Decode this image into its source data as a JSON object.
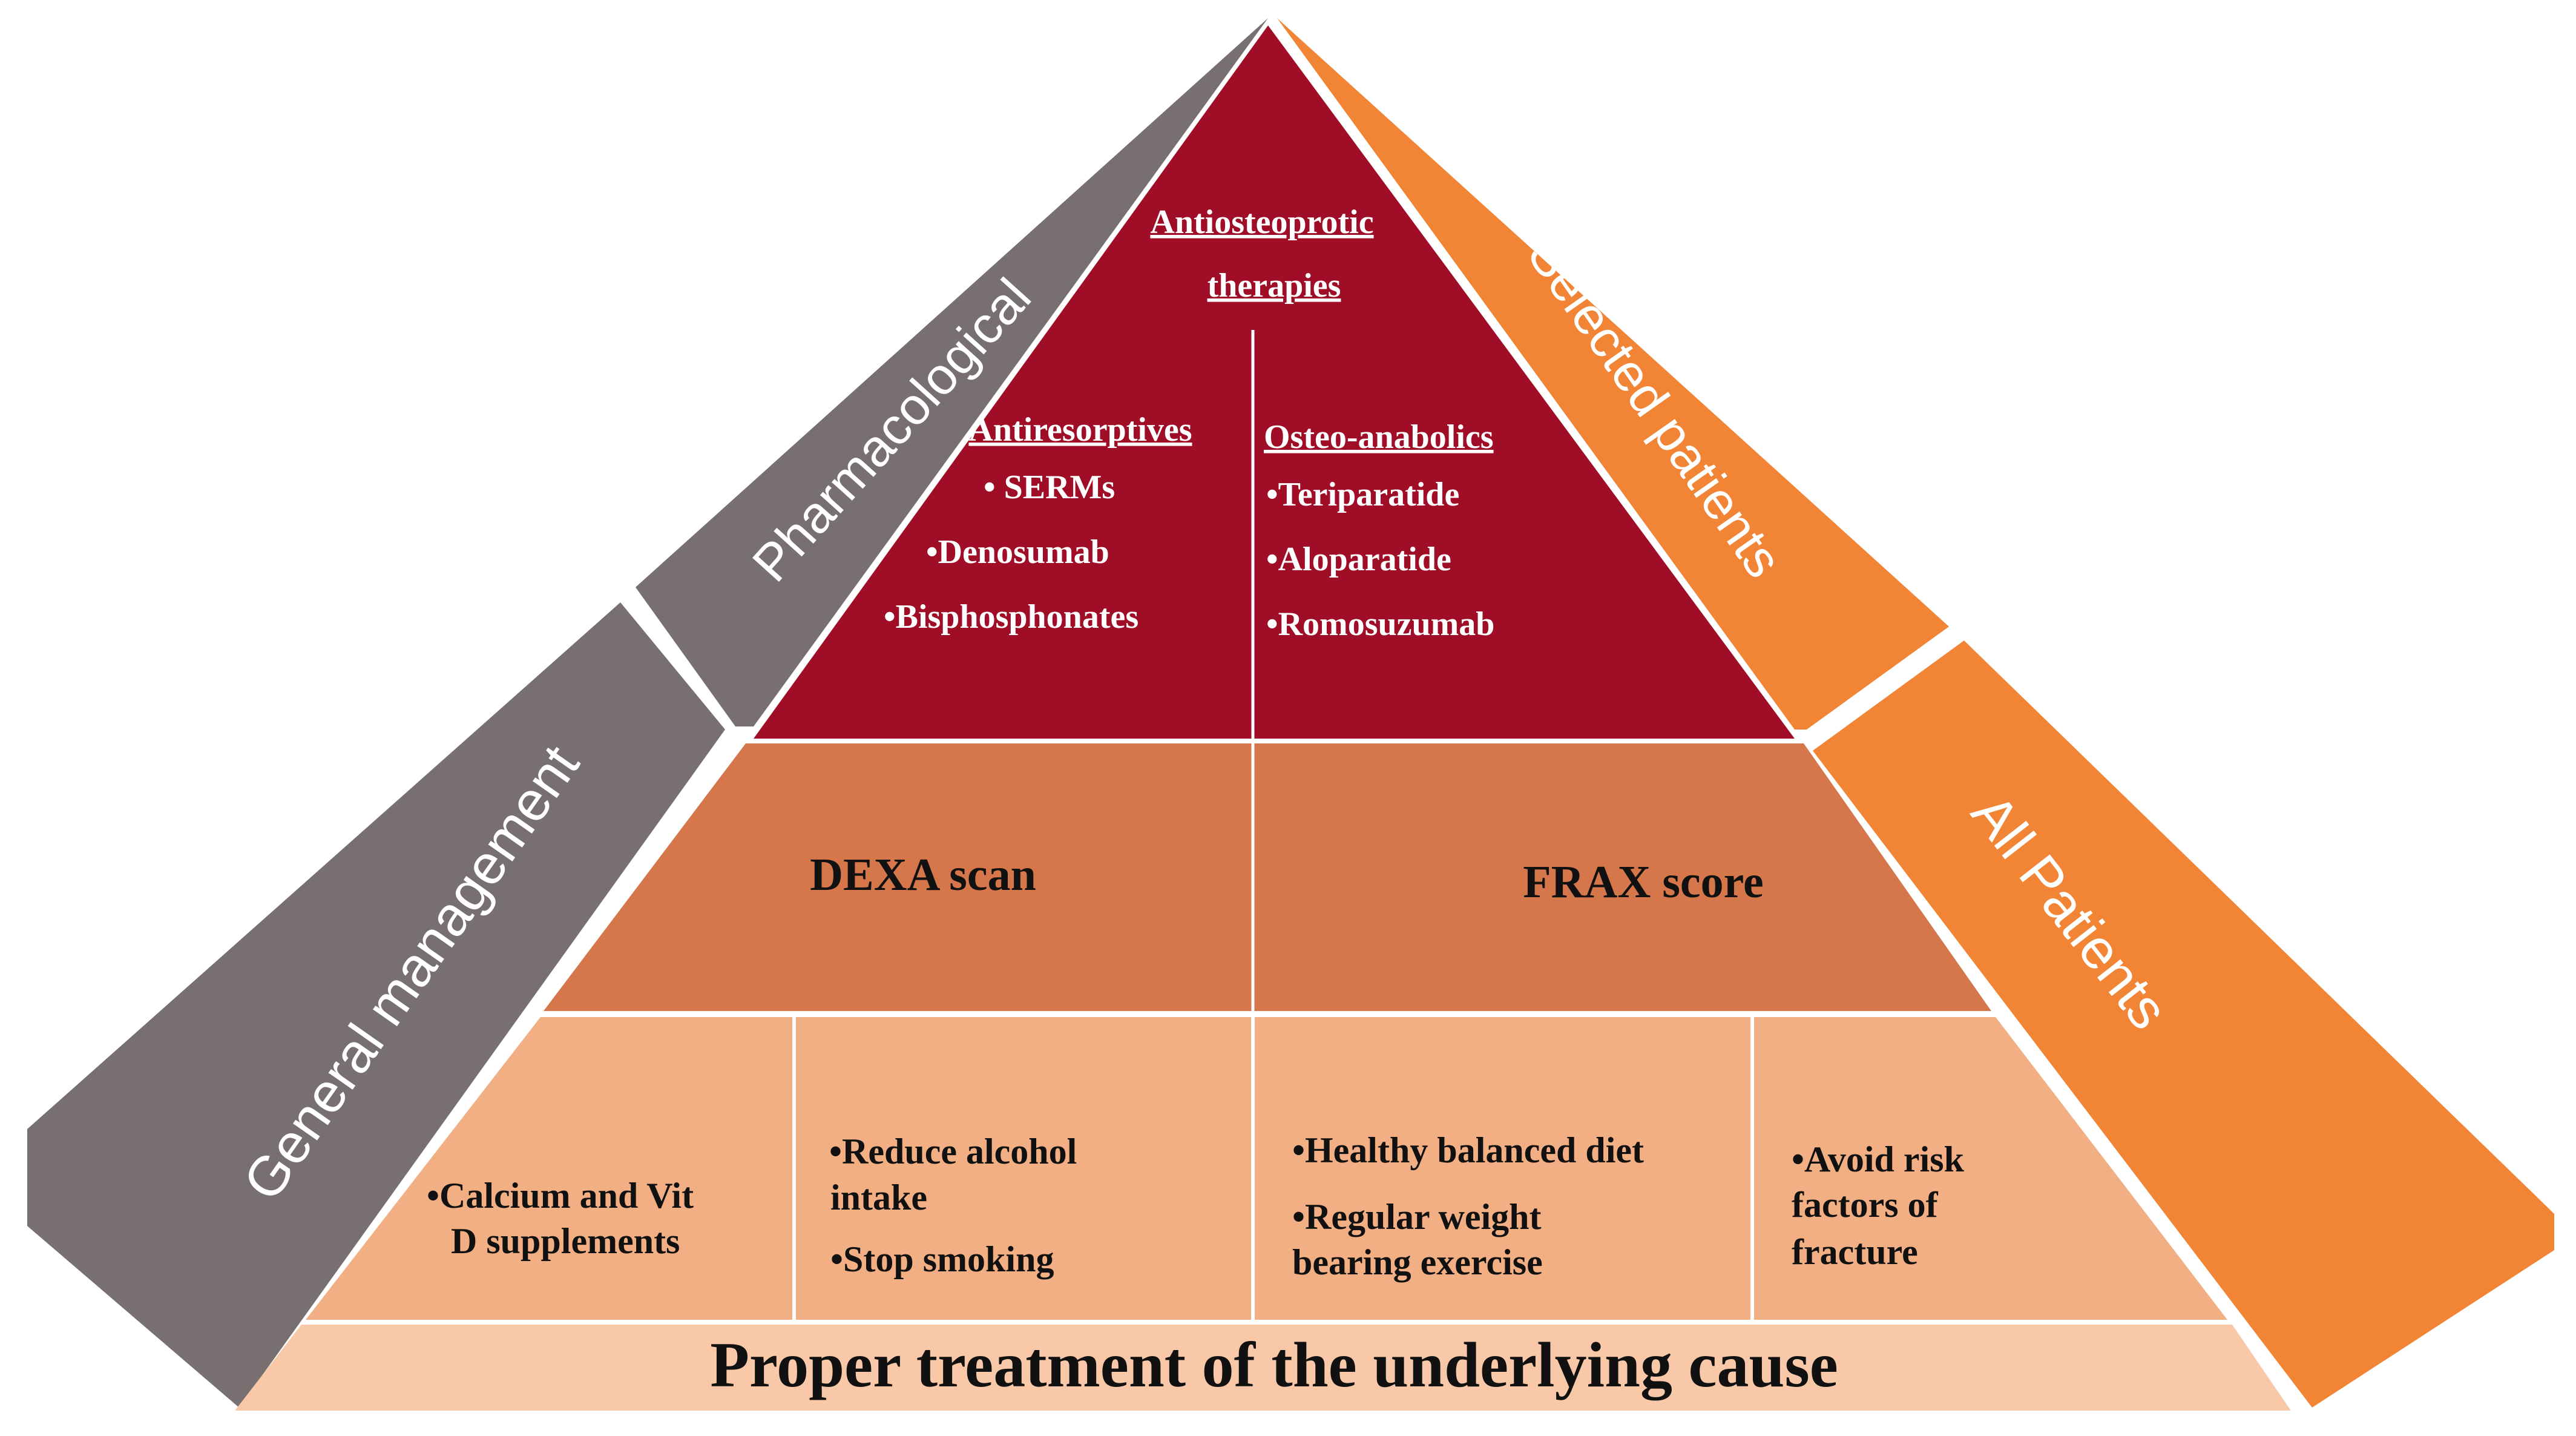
{
  "colors": {
    "gray": "#787070",
    "orange": "#F28535",
    "top": "#A00D26",
    "middle": "#D5764B",
    "bottom": "#F2AF84",
    "base": "#F8C8A8",
    "line": "#ffffff",
    "text_dark": "#111111",
    "text_light": "#ffffff"
  },
  "side_labels": {
    "pharmacological": "Pharmacological",
    "general": "General management",
    "selected": "Selected patients",
    "all": "All Patients"
  },
  "top_tier": {
    "heading_line1": "Antiosteoprotic",
    "heading_line2": "therapies",
    "left": {
      "heading": "Antiresorptives",
      "items": [
        "• SERMs",
        "•Denosumab",
        "•Bisphosphonates"
      ]
    },
    "right": {
      "heading": "Osteo-anabolics",
      "items": [
        "•Teriparatide",
        "•Aloparatide",
        "•Romosuzumab"
      ]
    }
  },
  "middle_tier": {
    "left": "DEXA scan",
    "right": "FRAX score"
  },
  "bottom_tier": {
    "box1": [
      "•Calcium and Vit",
      "D supplements"
    ],
    "box2": [
      "•Reduce alcohol",
      "intake",
      "•Stop smoking"
    ],
    "box3": [
      "•Healthy balanced diet",
      "•Regular weight",
      "bearing exercise"
    ],
    "box4": [
      "•Avoid risk",
      "factors of",
      "fracture"
    ]
  },
  "base": {
    "text": "Proper treatment of the underlying cause"
  }
}
